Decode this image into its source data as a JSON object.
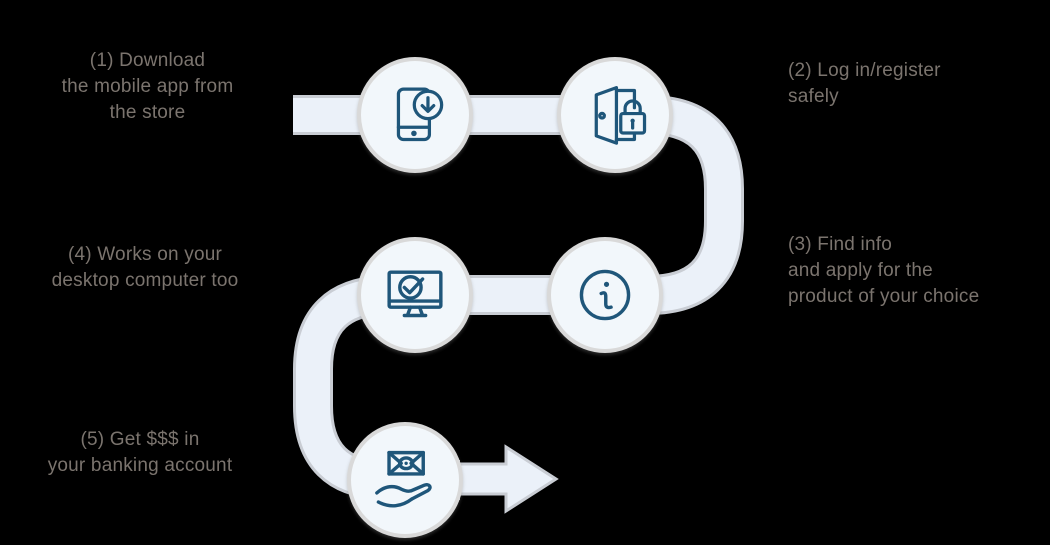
{
  "diagram": {
    "type": "process-flow",
    "background": "#000000",
    "steps": [
      {
        "number": 1,
        "icon": "phone-download-icon",
        "lines": [
          "(1) Download",
          "the mobile app from",
          "the store"
        ]
      },
      {
        "number": 2,
        "icon": "door-lock-icon",
        "lines": [
          "(2) Log in/register",
          "safely"
        ]
      },
      {
        "number": 3,
        "icon": "info-icon",
        "lines": [
          "(3) Find info",
          "and apply for the",
          "product of your choice"
        ]
      },
      {
        "number": 4,
        "icon": "monitor-check-icon",
        "lines": [
          "(4) Works on your",
          "desktop computer too"
        ]
      },
      {
        "number": 5,
        "icon": "money-hand-icon",
        "lines": [
          "(5) Get $$$ in",
          "your banking account"
        ]
      }
    ],
    "flow_end": "right-arrow-icon",
    "colors": {
      "icon_stroke": "#1f567a",
      "node_fill": "#f2f7fb",
      "node_ring": "#d9d9d9",
      "path_fill": "#ebf1f9",
      "path_edge": "#c9cdd4",
      "label_text": "#7b746e"
    }
  }
}
